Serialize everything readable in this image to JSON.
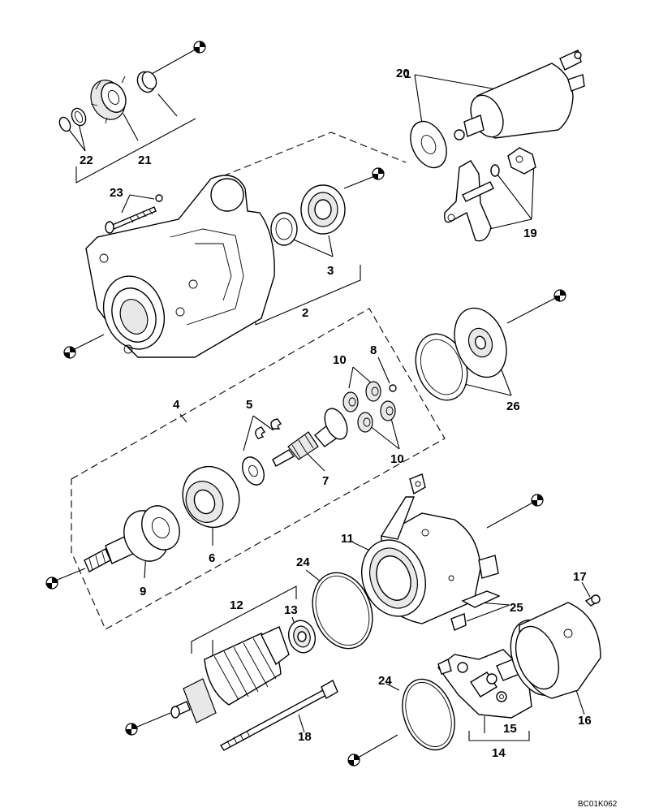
{
  "diagram": {
    "callouts": [
      "1",
      "2",
      "3",
      "4",
      "5",
      "6",
      "7",
      "8",
      "9",
      "10",
      "10",
      "11",
      "12",
      "13",
      "14",
      "15",
      "16",
      "17",
      "18",
      "19",
      "20",
      "21",
      "22",
      "23",
      "24",
      "24",
      "25",
      "26"
    ],
    "drawing_code": "BC01K062"
  }
}
